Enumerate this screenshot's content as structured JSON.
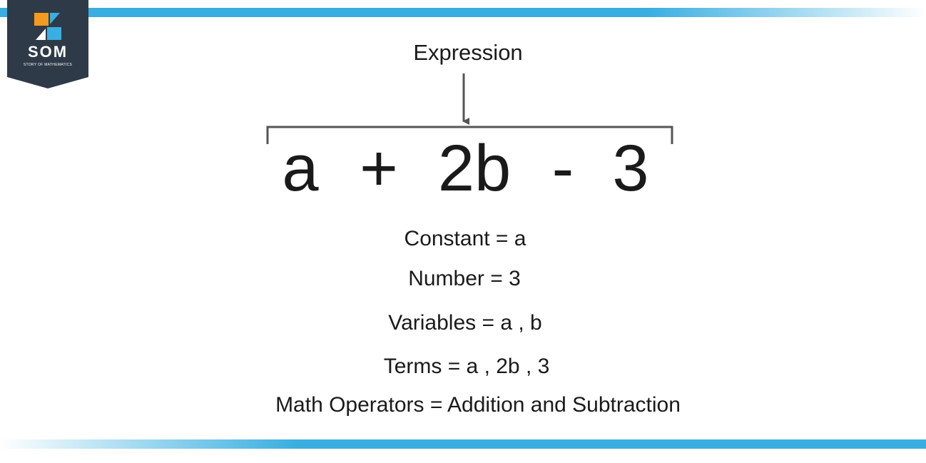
{
  "logo": {
    "text": "SOM",
    "subtext": "STORY OF MATHEMATICS"
  },
  "expression_label": "Expression",
  "expression_tokens": [
    "a",
    "+",
    "2b",
    "-",
    "3"
  ],
  "definitions": {
    "constant": "Constant = a",
    "number": "Number = 3",
    "variables": "Variables = a , b",
    "terms": "Terms = a , 2b , 3",
    "operators": "Math Operators = Addition and Subtraction"
  },
  "colors": {
    "accent_blue": "#3aaee0",
    "logo_bg": "#2e3a47",
    "logo_orange": "#f39a1f",
    "stroke": "#555555"
  }
}
